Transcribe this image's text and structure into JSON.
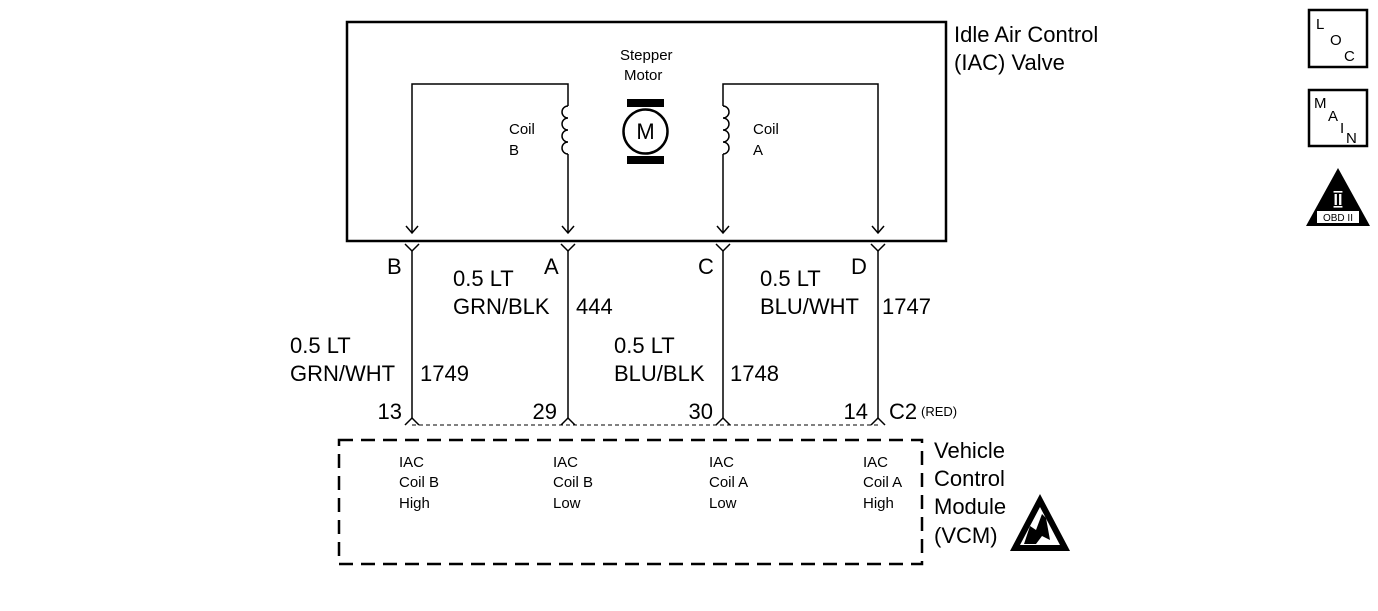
{
  "valve": {
    "title_line1": "Idle Air Control",
    "title_line2": "(IAC) Valve",
    "motor_label_line1": "Stepper",
    "motor_label_line2": "Motor",
    "motor_symbol": "M",
    "coil_b_line1": "Coil",
    "coil_b_line2": "B",
    "coil_a_line1": "Coil",
    "coil_a_line2": "A"
  },
  "pins": {
    "b": "B",
    "a": "A",
    "c": "C",
    "d": "D"
  },
  "wires": [
    {
      "gauge": "0.5 LT",
      "color": "GRN/WHT",
      "circuit": "1749"
    },
    {
      "gauge": "0.5 LT",
      "color": "GRN/BLK",
      "circuit": "444"
    },
    {
      "gauge": "0.5 LT",
      "color": "BLU/BLK",
      "circuit": "1748"
    },
    {
      "gauge": "0.5 LT",
      "color": "BLU/WHT",
      "circuit": "1747"
    }
  ],
  "connector": {
    "pins": [
      "13",
      "29",
      "30",
      "14"
    ],
    "name": "C2",
    "color_note": "(RED)"
  },
  "vcm": {
    "title_line1": "Vehicle",
    "title_line2": "Control",
    "title_line3": "Module",
    "title_line4": "(VCM)",
    "terminals": [
      {
        "line1": "IAC",
        "line2": "Coil B",
        "line3": "High"
      },
      {
        "line1": "IAC",
        "line2": "Coil B",
        "line3": "Low"
      },
      {
        "line1": "IAC",
        "line2": "Coil A",
        "line3": "Low"
      },
      {
        "line1": "IAC",
        "line2": "Coil A",
        "line3": "High"
      }
    ]
  },
  "side_icons": {
    "loc": {
      "l1": "L",
      "l2": "O",
      "l3": "C"
    },
    "main": {
      "l1": "M",
      "l2": "A",
      "l3": "I",
      "l4": "N"
    },
    "obd": {
      "numeral": "II",
      "label": "OBD II"
    }
  }
}
